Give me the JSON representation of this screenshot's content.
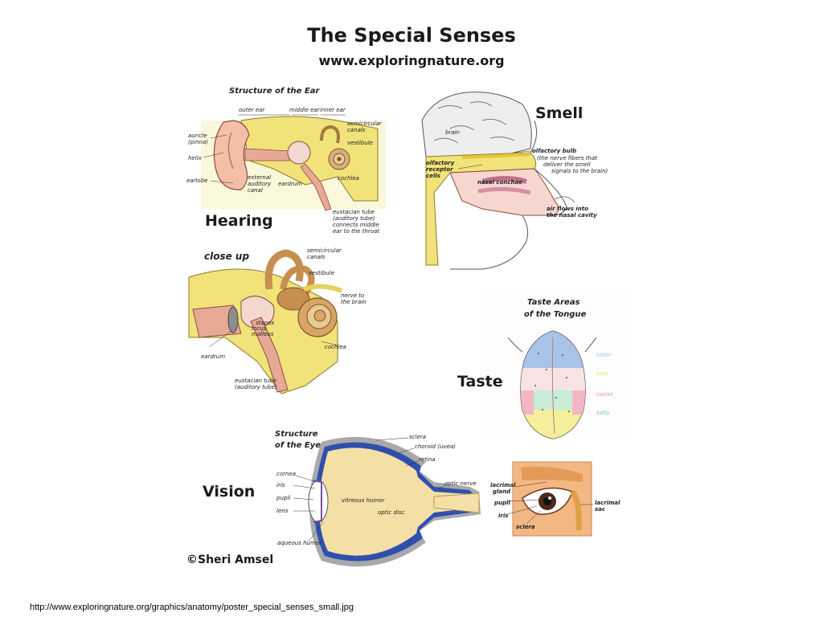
{
  "header": {
    "title": "The Special Senses",
    "site": "www.exploringnature.org"
  },
  "hearing": {
    "heading": "Hearing",
    "caption": "Structure of the Ear",
    "labels": {
      "outer_ear": "outer ear",
      "middle_ear": "middle ear",
      "inner_ear": "inner ear",
      "semicircular": "semicircular",
      "canals": "canals",
      "vestibule": "vestibule",
      "auricle": "auricle",
      "pinna": "(pinna)",
      "helix": "helix",
      "earlobe": "earlobe",
      "external": "external",
      "auditory": "auditory",
      "canal": "canal",
      "eardrum": "eardrum",
      "cochlea": "cochlea",
      "eustacian_tube": "eustacian tube",
      "auditory_tube": "(auditory tube)",
      "connects_middle": "connects middle",
      "ear_to_throat": "ear to the throat"
    }
  },
  "closeup": {
    "caption": "close up",
    "labels": {
      "semicircular": "semicircular",
      "canals": "canals",
      "vestibule": "vestibule",
      "nerve_to": "nerve to",
      "the_brain": "the brain",
      "stapes": "stapes",
      "incus": "incus",
      "malleus": "malleus",
      "cochlea": "cochlea",
      "eardrum": "eardrum",
      "eustacian_tube": "eustacian tube",
      "auditory_tube": "(auditory tube)"
    }
  },
  "smell": {
    "heading": "Smell",
    "labels": {
      "brain": "brain",
      "olfactory_bulb": "olfactory bulb",
      "nerve_fibers_1": "(the nerve fibers that",
      "nerve_fibers_2": "deliver the smell",
      "nerve_fibers_3": "signals to the brain)",
      "olfactory": "olfactory",
      "receptor": "receptor",
      "cells": "cells",
      "nasal_conchae": "nasal conchae",
      "air_flows_1": "air flows into",
      "air_flows_2": "the nasal cavity"
    }
  },
  "taste": {
    "heading": "Taste",
    "caption_1": "Taste Areas",
    "caption_2": "of the Tongue",
    "labels": {
      "bitter": "bitter",
      "sour": "sour",
      "sweet": "sweet",
      "salty": "salty"
    },
    "colors": {
      "bitter": "#a9c2e8",
      "sour": "#f3ef9a",
      "sweet": "#f4b6c6",
      "salty": "#c9ecd7"
    }
  },
  "vision": {
    "heading": "Vision",
    "caption_1": "Structure",
    "caption_2": "of the Eye",
    "labels": {
      "sclera": "sclera",
      "choroid": "choroid (uvea)",
      "retina": "retina",
      "cornea": "cornea",
      "iris": "iris",
      "pupil": "pupil",
      "lens": "lens",
      "vitreous_humor": "vitreous humor",
      "optic_nerve": "optic nerve",
      "optic_disc": "optic disc",
      "aqueous_humor": "aqueous humor",
      "lacrimal_gland_1": "lacrimal",
      "lacrimal_gland_2": "gland",
      "pupil2": "pupil",
      "iris2": "iris",
      "sclera2": "sclera",
      "lacrimal_sac_1": "lacrimal",
      "lacrimal_sac_2": "sac"
    }
  },
  "credit": "©Sheri Amsel",
  "url": "http://www.exploringnature.org/graphics/anatomy/poster_special_senses_small.jpg"
}
